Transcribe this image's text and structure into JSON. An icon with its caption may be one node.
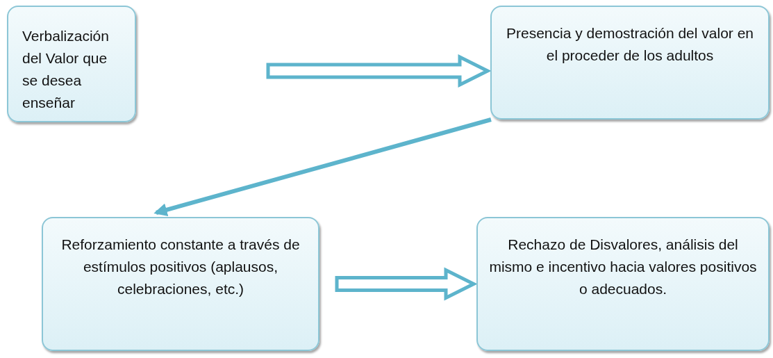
{
  "diagram": {
    "nodes": [
      {
        "text": [
          "Verbalización del Valor que se desea enseñar"
        ]
      },
      {
        "text": [
          "Presencia y demostración del valor  en el proceder de los adultos"
        ]
      },
      {
        "text": [
          "Reforzamiento constante a través de estímulos positivos (aplausos, celebraciones, etc.)"
        ]
      },
      {
        "text": [
          "Rechazo de Disvalores, análisis del mismo e incentivo hacia valores positivos o adecuados."
        ]
      }
    ],
    "edges": [
      {
        "from": 0,
        "to": 1,
        "arrow": "to"
      },
      {
        "from": 1,
        "to": 2,
        "arrow": "to"
      },
      {
        "from": 2,
        "to": 3,
        "arrow": "to"
      }
    ]
  }
}
